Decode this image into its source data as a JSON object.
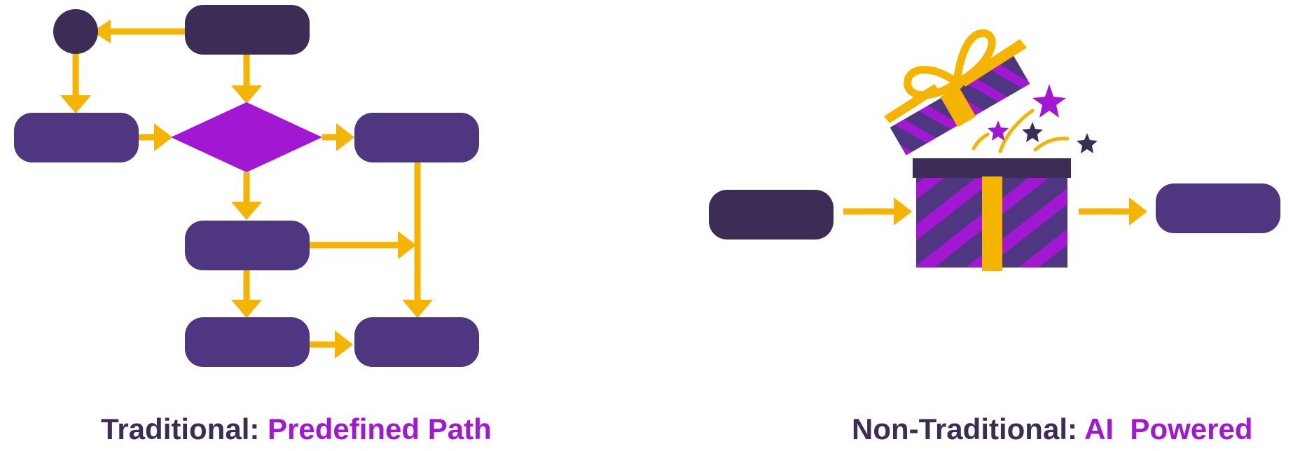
{
  "colors": {
    "dark": "#3b2d55",
    "purple": "#4e3780",
    "magenta": "#a218d2",
    "gold": "#f5b400",
    "white": "#ffffff"
  },
  "left_panel": {
    "caption_prefix": "Traditional: ",
    "caption_highlight": "Predefined Path"
  },
  "right_panel": {
    "caption_prefix": "Non-Traditional: ",
    "caption_highlight": "AI  Powered",
    "icon": "gift-box-icon"
  }
}
